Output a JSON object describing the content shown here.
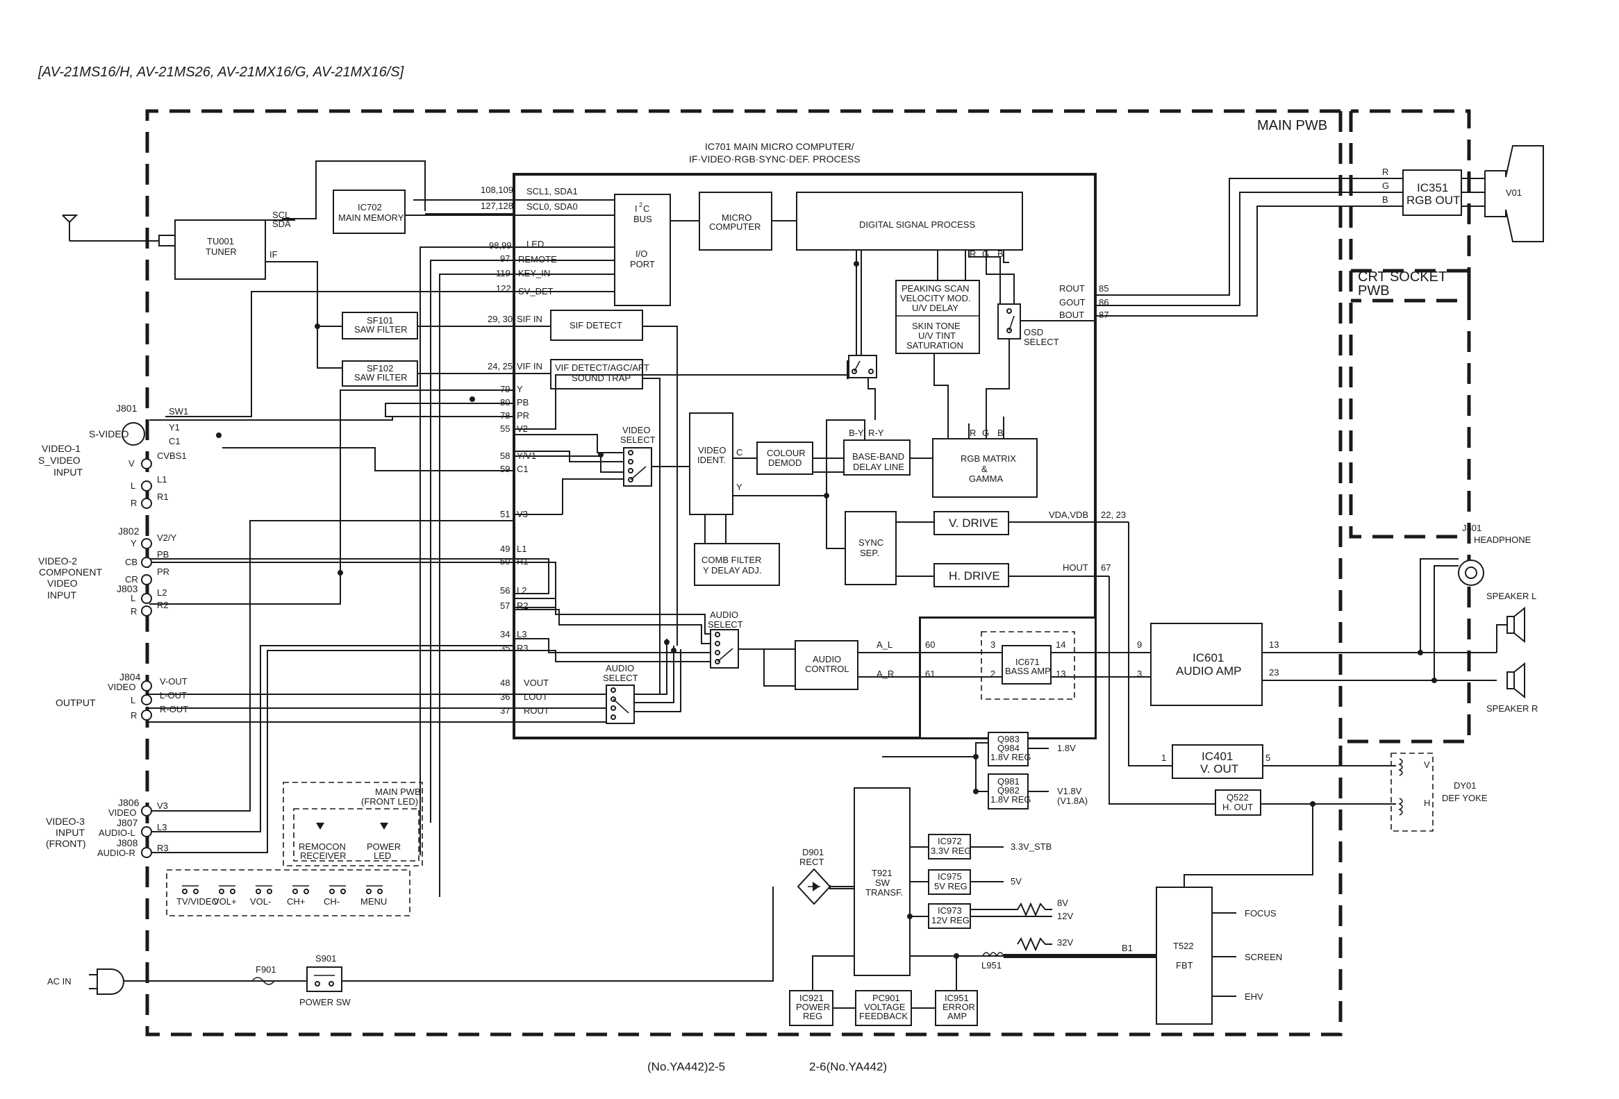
{
  "header": {
    "models": "[AV-21MS16/H, AV-21MS26, AV-21MX16/G, AV-21MX16/S]"
  },
  "footer": {
    "left": "(No.YA442)2-5",
    "right": "2-6(No.YA442)"
  },
  "regions": {
    "main_pwb": "MAIN PWB",
    "crt_socket_1": "CRT SOCKET",
    "crt_socket_2": "PWB",
    "front_led_1": "MAIN PWB",
    "front_led_2": "(FRONT LED)"
  },
  "ic701": {
    "title1": "IC701 MAIN MICRO COMPUTER/",
    "title2": "IF·VIDEO·RGB·SYNC·DEF. PROCESS"
  },
  "blocks": {
    "i2c_a": "I",
    "i2c_b": "2",
    "i2c_c": "C",
    "bus": "BUS",
    "io1": "I/O",
    "io2": "PORT",
    "micro1": "MICRO",
    "micro2": "COMPUTER",
    "dsp": "DIGITAL SIGNAL PROCESS",
    "peak1": "PEAKING SCAN",
    "peak2": "VELOCITY MOD.",
    "peak3": "U/V DELAY",
    "skin1": "SKIN TONE",
    "skin2": "U/V TINT",
    "skin3": "SATURATION",
    "osd1": "OSD",
    "osd2": "SELECT",
    "sif": "SIF DETECT",
    "vif1": "VIF DETECT/AGC/AFT",
    "vif2": "SOUND TRAP",
    "vsel1": "VIDEO",
    "vsel2": "SELECT",
    "vid1": "VIDEO",
    "vid2": "IDENT.",
    "col1": "COLOUR",
    "col2": "DEMOD",
    "bb1": "BASE-BAND",
    "bb2": "DELAY LINE",
    "rgbm1": "RGB MATRIX",
    "rgbm2": "&",
    "rgbm3": "GAMMA",
    "comb1": "COMB FILTER",
    "comb2": "Y DELAY ADJ.",
    "sync1": "SYNC",
    "sync2": "SEP.",
    "vdrive": "V. DRIVE",
    "hdrive": "H. DRIVE",
    "asel1a": "AUDIO",
    "asel1b": "SELECT",
    "asel2a": "AUDIO",
    "asel2b": "SELECT",
    "actl1": "AUDIO",
    "actl2": "CONTROL",
    "ic702a": "IC702",
    "ic702b": "MAIN MEMORY",
    "tu1": "TU001",
    "tu2": "TUNER",
    "sf101a": "SF101",
    "sf101b": "SAW FILTER",
    "sf102a": "SF102",
    "sf102b": "SAW FILTER",
    "ic351a": "IC351",
    "ic351b": "RGB OUT",
    "v01": "V01",
    "ic671a": "IC671",
    "ic671b": "BASS AMP",
    "ic601a": "IC601",
    "ic601b": "AUDIO AMP",
    "ic401a": "IC401",
    "ic401b": "V. OUT",
    "q522a": "Q522",
    "q522b": "H. OUT",
    "q983a": "Q983",
    "q983b": "Q984",
    "q983c": "1.8V REG",
    "q981a": "Q981",
    "q981b": "Q982",
    "q981c": "1.8V REG",
    "t921a": "T921",
    "t921b": "SW",
    "t921c": "TRANSF.",
    "ic972a": "IC972",
    "ic972b": "3.3V REG",
    "ic975a": "IC975",
    "ic975b": "5V REG",
    "ic973a": "IC973",
    "ic973b": "12V REG",
    "t522a": "T522",
    "t522b": "FBT",
    "ic921a": "IC921",
    "ic921b": "POWER",
    "ic921c": "REG",
    "pc901a": "PC901",
    "pc901b": "VOLTAGE",
    "pc901c": "FEEDBACK",
    "ic951a": "IC951",
    "ic951b": "ERROR",
    "ic951c": "AMP"
  },
  "signals": {
    "scl1": "SCL1, SDA1",
    "scl0": "SCL0, SDA0",
    "led": "LED",
    "remote": "REMOTE",
    "keyin": "KEY_IN",
    "svdet": "SV_DET",
    "sifin": "SIF IN",
    "vifin": "VIF IN",
    "y": "Y",
    "pb": "PB",
    "pr": "PR",
    "v2": "V2",
    "yv1": "Y/V1",
    "c1": "C1",
    "v3": "V3",
    "l1": "L1",
    "r1": "R1",
    "l2": "L2",
    "r2": "R2",
    "l3": "L3",
    "r3": "R3",
    "vout": "VOUT",
    "lout": "LOUT",
    "rout_a": "ROUT",
    "rout": "ROUT",
    "gout": "GOUT",
    "bout": "BOUT",
    "al": "A_L",
    "ar": "A_R",
    "vdavdb": "VDA,VDB",
    "hout": "HOUT",
    "scl": "SCL",
    "sda": "SDA",
    "if": "IF",
    "c": "C",
    "yy": "Y",
    "by": "B-Y",
    "ry": "R-Y",
    "r_a": "R",
    "g_a": "G",
    "b_a": "B",
    "r_b": "R",
    "g_b": "G",
    "b_b": "B",
    "r_c": "R",
    "g_c": "G",
    "b_c": "B",
    "b1": "B1",
    "v_dy": "V",
    "h_dy": "H",
    "l951": "L951",
    "p33": "3.3V_STB",
    "p5": "5V",
    "p8": "8V",
    "p12": "12V",
    "p32": "32V",
    "p18": "1.8V",
    "pv18a": "V1.8V",
    "pv18b": "(V1.8A)",
    "focus": "FOCUS",
    "screen": "SCREEN",
    "ehv": "EHV"
  },
  "pins": {
    "p108": "108,109",
    "p127": "127,128",
    "p98": "98,99",
    "p97": "97",
    "p119": "119",
    "p122": "122",
    "p29": "29, 30",
    "p24": "24, 25",
    "p79": "79",
    "p80": "80",
    "p78": "78",
    "p55": "55",
    "p58": "58",
    "p59": "59",
    "p51": "51",
    "p49": "49",
    "p50": "50",
    "p56": "56",
    "p57": "57",
    "p34": "34",
    "p35": "35",
    "p48": "48",
    "p36": "36",
    "p37": "37",
    "p85": "85",
    "p86": "86",
    "p87": "87",
    "p2223": "22, 23",
    "p67": "67",
    "p60": "60",
    "p61": "61",
    "b671_3": "3",
    "b671_2": "2",
    "b671_14": "14",
    "b671_13": "13",
    "a601_9": "9",
    "a601_3": "3",
    "a601_13": "13",
    "a601_23": "23",
    "v401_1": "1",
    "v401_5": "5"
  },
  "connectors": {
    "j801": "J801",
    "svideo": "S-VIDEO",
    "sw1": "SW1",
    "y1": "Y1",
    "c1": "C1",
    "v": "V",
    "cvbs1": "CVBS1",
    "l": "L",
    "l1": "L1",
    "r": "R",
    "r1": "R1",
    "grp1a": "VIDEO-1",
    "grp1b": "S_VIDEO",
    "grp1c": "INPUT",
    "j802": "J802",
    "y": "Y",
    "v2y": "V2/Y",
    "cb": "CB",
    "pb": "PB",
    "cr": "CR",
    "pr": "PR",
    "j803": "J803",
    "l_b": "L",
    "l2": "L2",
    "r_b": "R",
    "r2": "R2",
    "grp2a": "VIDEO-2",
    "grp2b": "COMPONENT",
    "grp2c": "VIDEO",
    "grp2d": "INPUT",
    "j804": "J804",
    "video": "VIDEO",
    "vout": "V-OUT",
    "l_c": "L",
    "lout": "L-OUT",
    "r_c": "R",
    "rout": "R-OUT",
    "output": "OUTPUT",
    "j806": "J806",
    "video3": "VIDEO",
    "v3": "V3",
    "j807": "J807",
    "audiol": "AUDIO-L",
    "l3": "L3",
    "j808": "J808",
    "audior": "AUDIO-R",
    "r3": "R3",
    "grp3a": "VIDEO-3",
    "grp3b": "INPUT",
    "grp3c": "(FRONT)",
    "j801hp": "J801",
    "headphone": "HEADPHONE",
    "spkl": "SPEAKER L",
    "spkr": "SPEAKER R",
    "dy01a": "DY01",
    "dy01b": "DEF YOKE",
    "remocon1": "REMOCON",
    "remocon2": "RECEIVER",
    "powled1": "POWER",
    "powled2": "LED",
    "d901a": "D901",
    "d901b": "RECT",
    "acin": "AC IN",
    "f901": "F901",
    "s901": "S901",
    "powsw": "POWER SW"
  },
  "keys": [
    "TV/VIDEO",
    "VOL+",
    "VOL-",
    "CH+",
    "CH-",
    "MENU"
  ]
}
